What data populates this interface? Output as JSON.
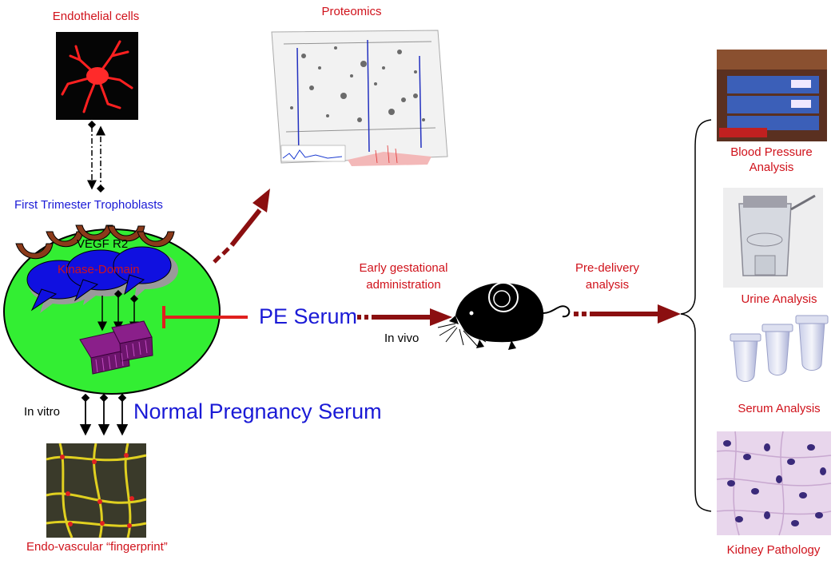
{
  "labels": {
    "endothelial_cells": "Endothelial cells",
    "proteomics": "Proteomics",
    "first_trimester": "First Trimester Trophoblasts",
    "vegf_r2": "VEGF R2",
    "kinase_domain": "Kinase-Domain",
    "pe_serum": "PE Serum",
    "normal_pregnancy_serum": "Normal Pregnancy Serum",
    "in_vitro": "In vitro",
    "in_vivo": "In vivo",
    "endo_vascular_line1": "Endo-vascular “fingerprint”",
    "early_gest_line1": "Early gestational",
    "early_gest_line2": "administration",
    "pre_delivery_line1": "Pre-delivery",
    "pre_delivery_line2": "analysis",
    "blood_pressure_line1": "Blood Pressure",
    "blood_pressure_line2": "Analysis",
    "urine_analysis": "Urine Analysis",
    "serum_analysis": "Serum Analysis",
    "kidney_pathology": "Kidney Pathology"
  },
  "colors": {
    "label_red": "#d0121b",
    "label_blue": "#1a1ad6",
    "arrow_darkred": "#8b0f10",
    "inhibit_red": "#e0201e",
    "cell_green": "#33ee33",
    "receptor_blue": "#1010e0",
    "receptor_brown": "#8b3a1a",
    "kinase_purple": "#8a1f8a"
  },
  "icons": [
    "endothelial-cell-image",
    "proteomics-gel-image",
    "tube-network-image",
    "mouse-icon",
    "blood-pressure-device-image",
    "metabolic-cage-image",
    "serum-tubes-image",
    "kidney-histology-image"
  ]
}
